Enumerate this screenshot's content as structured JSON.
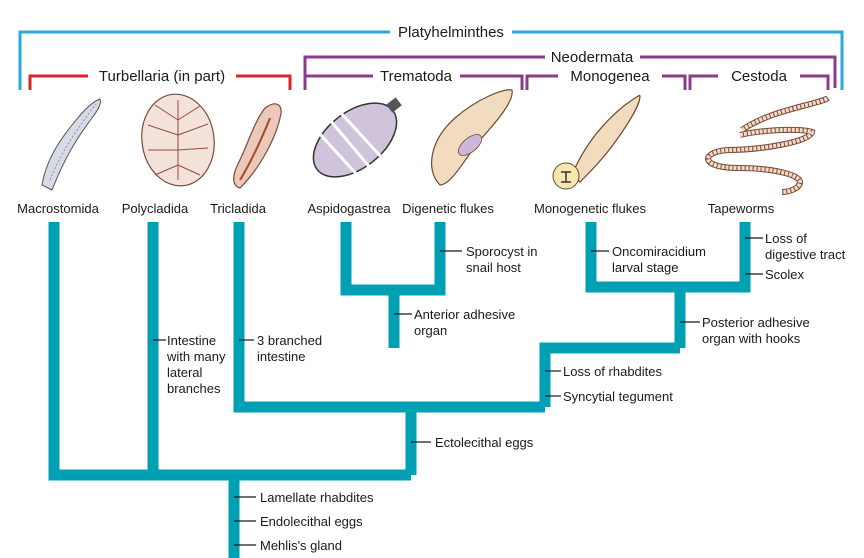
{
  "groups": {
    "platyhelminthes": {
      "label": "Platyhelminthes",
      "color": "#29a8dc"
    },
    "neodermata": {
      "label": "Neodermata",
      "color": "#8b3d8b"
    },
    "turbellaria": {
      "label": "Turbellaria (in part)",
      "color": "#d7262a"
    },
    "trematoda": {
      "label": "Trematoda",
      "color": "#8b3d8b"
    },
    "monogenea": {
      "label": "Monogenea",
      "color": "#8b3d8b"
    },
    "cestoda": {
      "label": "Cestoda",
      "color": "#8b3d8b"
    }
  },
  "taxa": [
    {
      "name": "Macrostomida",
      "organism": "macrostomid-worm"
    },
    {
      "name": "Polycladida",
      "organism": "polyclad-flatworm"
    },
    {
      "name": "Tricladida",
      "organism": "planarian"
    },
    {
      "name": "Aspidogastrea",
      "organism": "aspidogastrean"
    },
    {
      "name": "Digenetic flukes",
      "organism": "digenean-fluke"
    },
    {
      "name": "Monogenetic flukes",
      "organism": "monogenean-fluke"
    },
    {
      "name": "Tapeworms",
      "organism": "tapeworm"
    }
  ],
  "characters": {
    "mehlis_gland": "Mehlis's gland",
    "endolecithal_eggs": "Endolecithal eggs",
    "lamellate_rhabdites": "Lamellate rhabdites",
    "ectolecithal_eggs": "Ectolecithal eggs",
    "syncytial_tegument": "Syncytial tegument",
    "loss_of_rhabdites": "Loss of rhabdites",
    "anterior_adhesive_organ": [
      "Anterior adhesive",
      "organ"
    ],
    "posterior_adhesive_organ": [
      "Posterior adhesive",
      "organ with hooks"
    ],
    "sporocyst": [
      "Sporocyst in",
      "snail host"
    ],
    "oncomiracidium": [
      "Oncomiracidium",
      "larval stage"
    ],
    "loss_digestive_tract": [
      "Loss of",
      "digestive tract"
    ],
    "scolex": "Scolex",
    "intestine_branches": [
      "Intestine",
      "with many",
      "lateral",
      "branches"
    ],
    "three_branched": [
      "3 branched",
      "intestine"
    ]
  },
  "tree_color": "#00a0b4"
}
